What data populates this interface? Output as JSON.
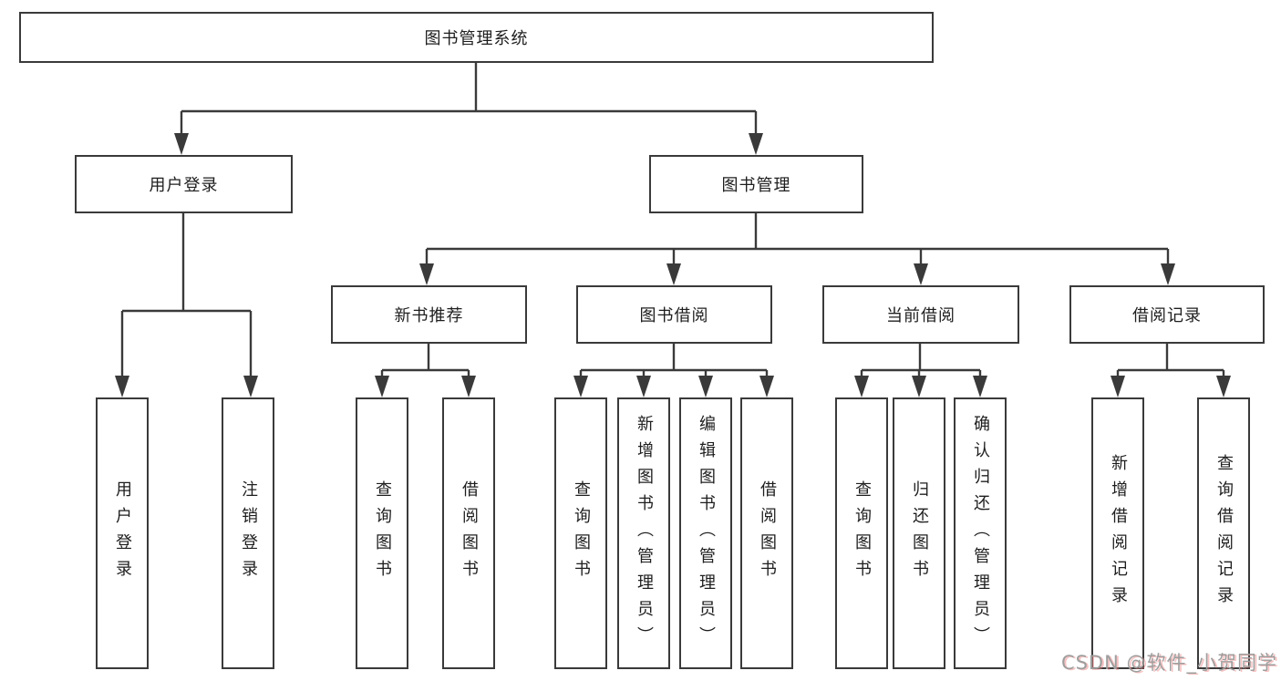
{
  "colors": {
    "line": "#3a3a3a",
    "text": "#1e1e1e",
    "background": "#ffffff",
    "watermark": "#9e9e9e"
  },
  "watermark": {
    "text": "CSDN @软件_小贺同学"
  },
  "tree": {
    "root": {
      "label": "图书管理系统"
    },
    "children": [
      {
        "label": "用户登录",
        "children": [
          {
            "label": "用户登录"
          },
          {
            "label": "注销登录"
          }
        ]
      },
      {
        "label": "图书管理",
        "children": [
          {
            "label": "新书推荐",
            "children": [
              {
                "label": "查询图书"
              },
              {
                "label": "借阅图书"
              }
            ]
          },
          {
            "label": "图书借阅",
            "children": [
              {
                "label": "查询图书"
              },
              {
                "label": "新增图书（管理员）"
              },
              {
                "label": "编辑图书（管理员）"
              },
              {
                "label": "借阅图书"
              }
            ]
          },
          {
            "label": "当前借阅",
            "children": [
              {
                "label": "查询图书"
              },
              {
                "label": "归还图书"
              },
              {
                "label": "确认归还（管理员）"
              }
            ]
          },
          {
            "label": "借阅记录",
            "children": [
              {
                "label": "新增借阅记录"
              },
              {
                "label": "查询借阅记录"
              }
            ]
          }
        ]
      }
    ]
  }
}
